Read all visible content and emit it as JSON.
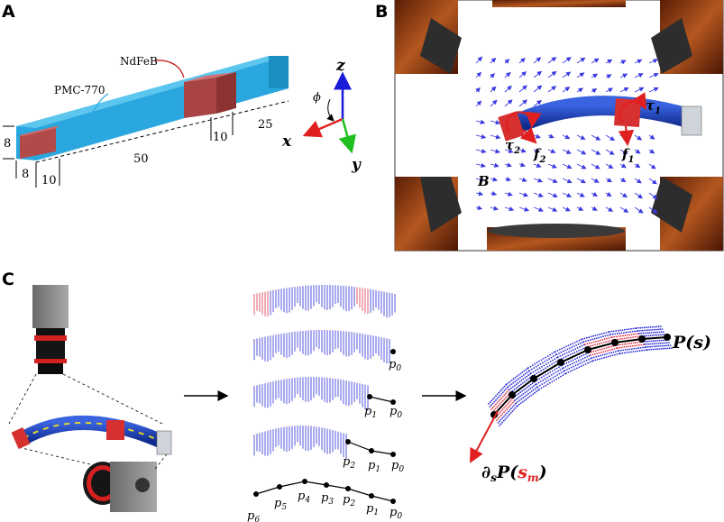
{
  "panels": {
    "a": "A",
    "b": "B",
    "c": "C"
  },
  "panel_a": {
    "pmc_label": "PMC-770",
    "ndfeb_label": "NdFeB",
    "dims": {
      "h": "8",
      "w": "8",
      "base": "10",
      "length": "50",
      "magnet": "10",
      "tail": "25"
    },
    "axes": {
      "x": "x",
      "y": "y",
      "z": "z",
      "phi": "ϕ"
    }
  },
  "panel_b": {
    "tau1": "τ",
    "tau1_sub": "1",
    "tau2": "τ",
    "tau2_sub": "2",
    "f1": "f",
    "f1_sub": "1",
    "f2": "f",
    "f2_sub": "2",
    "field": "B"
  },
  "panel_c": {
    "p_label": "p",
    "subs": [
      "0",
      "1",
      "2",
      "3",
      "4",
      "5",
      "6"
    ],
    "curve_label": "P(s)",
    "deriv_label": "∂",
    "deriv_s": "s",
    "deriv_P": "P(",
    "deriv_sm": "s",
    "deriv_m": "m",
    "deriv_close": ")"
  },
  "colors": {
    "body_blue": "#2aa7de",
    "magnet_red": "#b34a4a",
    "rod_blue": "#1e3fb8",
    "cloud_blue": "#2b2bd6",
    "cloud_red": "#e0344a",
    "arrow_red": "#e02020",
    "field_arrow": "#3a3ae0",
    "coil_copper": "#8a3a12"
  }
}
